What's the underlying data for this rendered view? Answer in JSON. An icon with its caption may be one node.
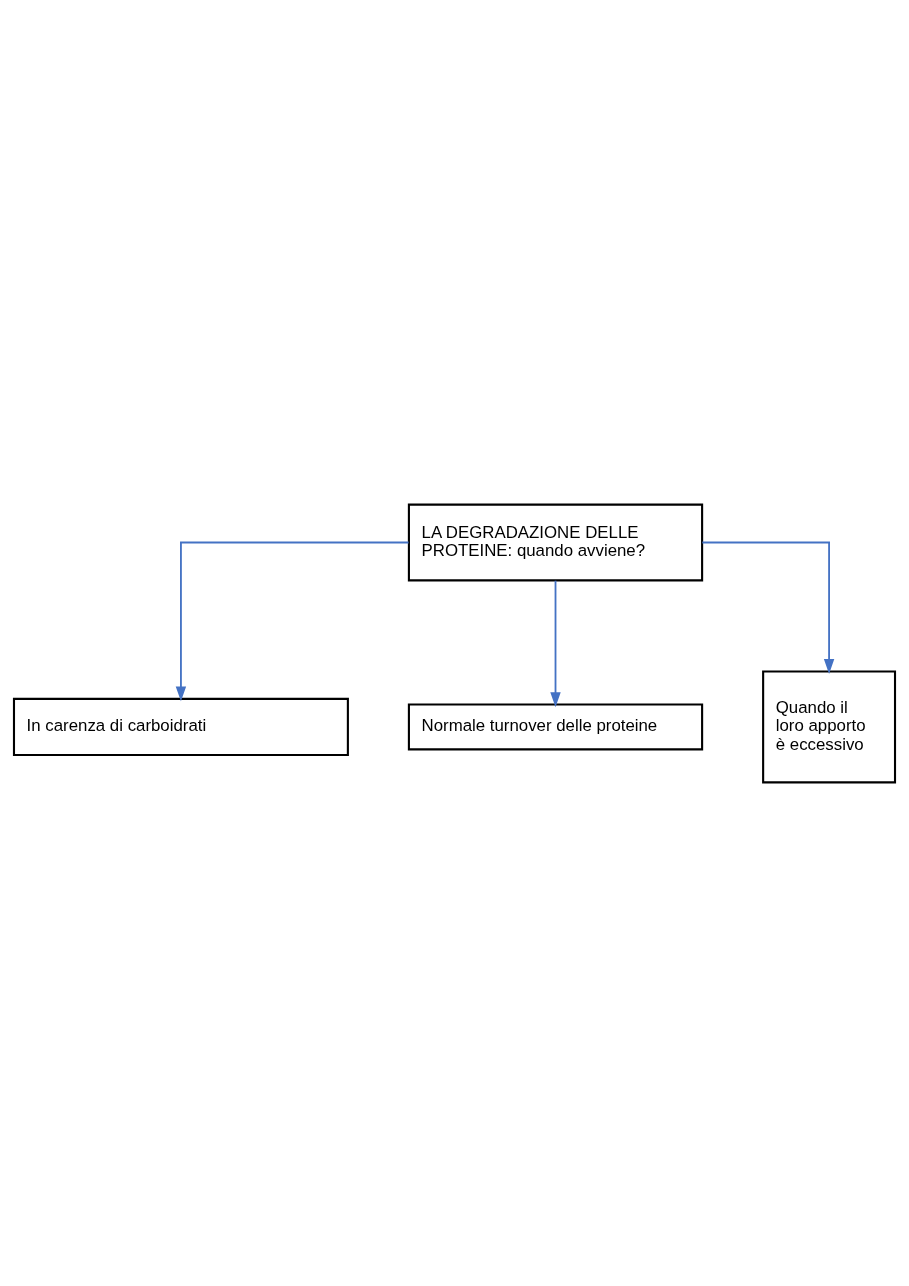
{
  "diagram": {
    "nodes": [
      {
        "text": [
          "LA DEGRADAZIONE DELLE PROTEINE: quando avviene?"
        ]
      },
      {
        "text": [
          "Normale turnover delle proteine"
        ]
      },
      {
        "text": [
          "In carenza di carboidrati"
        ]
      },
      {
        "text": [
          "Quando il loro apporto è eccessivo"
        ]
      }
    ],
    "edges": [
      {
        "from": 0,
        "to": 2,
        "arrow": "to"
      },
      {
        "from": 0,
        "to": 1,
        "arrow": "to"
      },
      {
        "from": 0,
        "to": 3,
        "arrow": "to"
      }
    ]
  }
}
